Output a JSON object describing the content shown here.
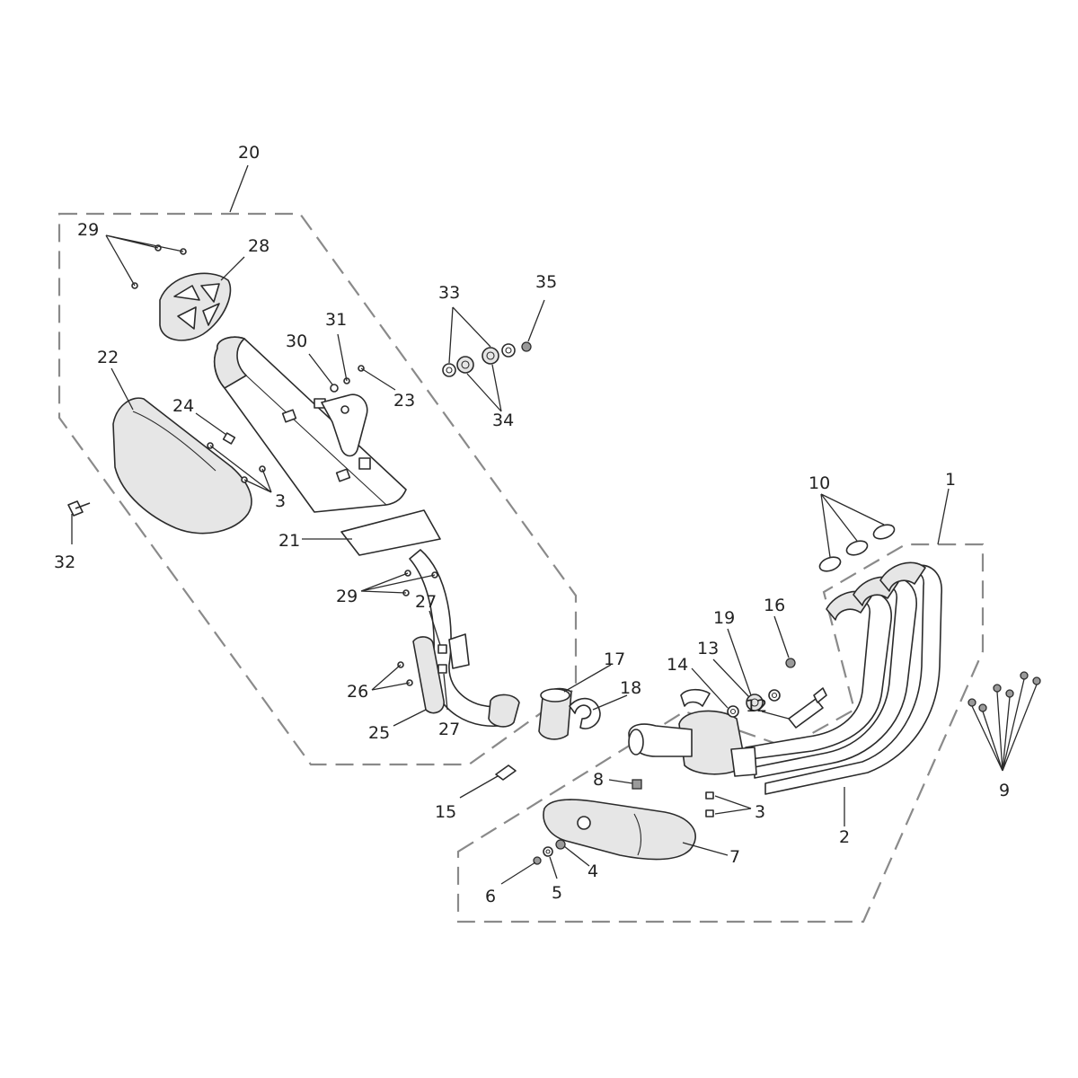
{
  "colors": {
    "line": "#2b2b2b",
    "dashed_outline": "#8a8a8a",
    "part_fill": "#ffffff",
    "part_shade": "#e6e6e6",
    "background": "#ffffff"
  },
  "callouts": [
    {
      "id": "c20",
      "label": "20"
    },
    {
      "id": "c29a",
      "label": "29"
    },
    {
      "id": "c28",
      "label": "28"
    },
    {
      "id": "c22",
      "label": "22"
    },
    {
      "id": "c24",
      "label": "24"
    },
    {
      "id": "c3a",
      "label": "3"
    },
    {
      "id": "c32",
      "label": "32"
    },
    {
      "id": "c31",
      "label": "31"
    },
    {
      "id": "c30",
      "label": "30"
    },
    {
      "id": "c23",
      "label": "23"
    },
    {
      "id": "c21",
      "label": "21"
    },
    {
      "id": "c29b",
      "label": "29"
    },
    {
      "id": "c27a",
      "label": "27"
    },
    {
      "id": "c26",
      "label": "26"
    },
    {
      "id": "c25",
      "label": "25"
    },
    {
      "id": "c27b",
      "label": "27"
    },
    {
      "id": "c33",
      "label": "33"
    },
    {
      "id": "c35",
      "label": "35"
    },
    {
      "id": "c34",
      "label": "34"
    },
    {
      "id": "c10",
      "label": "10"
    },
    {
      "id": "c1",
      "label": "1"
    },
    {
      "id": "c19",
      "label": "19"
    },
    {
      "id": "c16",
      "label": "16"
    },
    {
      "id": "c13",
      "label": "13"
    },
    {
      "id": "c14",
      "label": "14"
    },
    {
      "id": "c12",
      "label": "12"
    },
    {
      "id": "c17",
      "label": "17"
    },
    {
      "id": "c18",
      "label": "18"
    },
    {
      "id": "c9",
      "label": "9"
    },
    {
      "id": "c15",
      "label": "15"
    },
    {
      "id": "c8",
      "label": "8"
    },
    {
      "id": "c3b",
      "label": "3"
    },
    {
      "id": "c2",
      "label": "2"
    },
    {
      "id": "c7",
      "label": "7"
    },
    {
      "id": "c4",
      "label": "4"
    },
    {
      "id": "c6",
      "label": "6"
    },
    {
      "id": "c5",
      "label": "5"
    }
  ]
}
